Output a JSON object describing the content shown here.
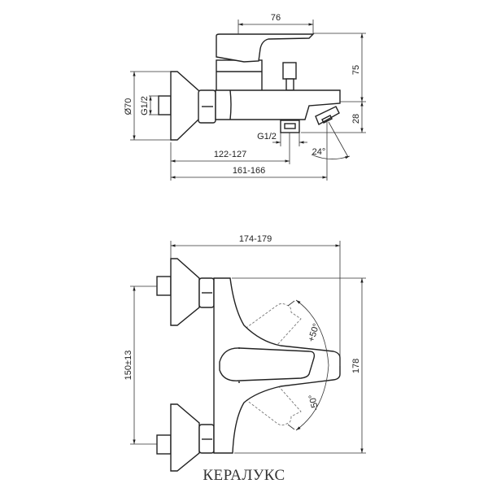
{
  "side_view": {
    "dim_handle_width": "76",
    "dim_height": "75",
    "dim_spout_height": "28",
    "dim_flange_diameter": "Ø70",
    "dim_inlet_thread": "G1/2",
    "dim_outlet_thread": "G1/2",
    "dim_outlet_distance": "122-127",
    "dim_spout_distance": "161-166",
    "dim_spout_angle": "24°"
  },
  "top_view": {
    "dim_total_depth": "174-179",
    "dim_body_height": "178",
    "dim_center_distance": "150±13",
    "angle_plus": "+50°",
    "angle_minus": "-50°"
  },
  "logo": "КЕРАЛУКС"
}
